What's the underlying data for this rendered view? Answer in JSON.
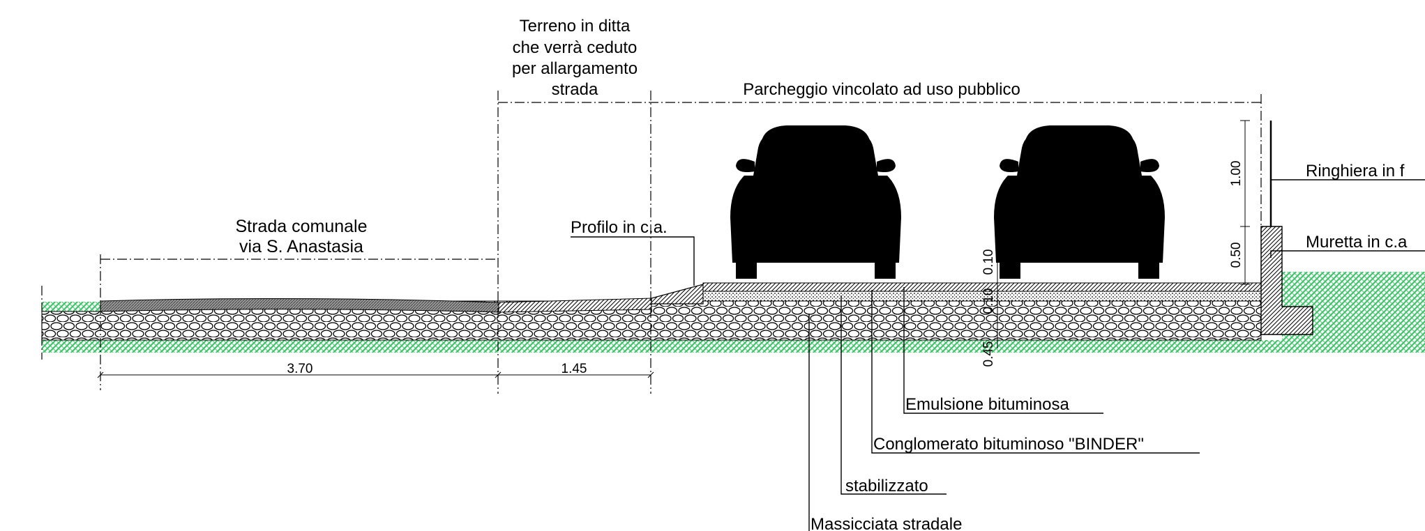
{
  "title_terreno": [
    "Terreno in ditta",
    "che verrà ceduto",
    "per allargamento",
    "strada"
  ],
  "title_parcheggio": "Parcheggio vincolato ad uso pubblico",
  "title_strada": [
    "Strada comunale",
    "via S. Anastasia"
  ],
  "labels": {
    "profilo": "Profilo in c.a.",
    "ringhiera": "Ringhiera in f",
    "muretta": "Muretta in c.a",
    "emulsione": "Emulsione bituminosa",
    "conglomerato": "Conglomerato bituminoso \"BINDER\"",
    "stabilizzato": "stabilizzato",
    "massicciata": "Massicciata stradale"
  },
  "dimensions": {
    "road_width": "3.70",
    "strip_width": "1.45",
    "railing_height": "1.00",
    "wall_height": "0.50",
    "layer_top": "0.10",
    "layer_mid": "0.10",
    "layer_base": "0.45"
  },
  "colors": {
    "terreno": "#4a9bb5",
    "parcheggio": "#d400d4",
    "grass": "#3fc46a",
    "car": "#8a8a8a"
  }
}
